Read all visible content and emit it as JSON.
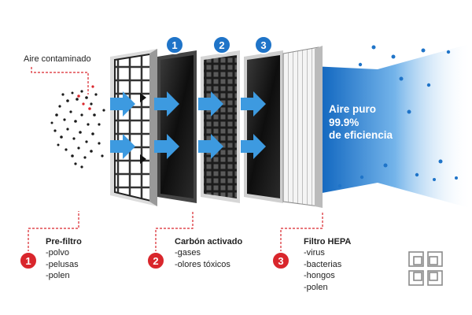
{
  "contaminated_label": "Aire contaminado",
  "clean_air": {
    "line1": "Aire puro",
    "line2": "99.9%",
    "line3": "de eficiencia"
  },
  "stage_numbers": [
    "1",
    "2",
    "3"
  ],
  "captions": [
    {
      "number": "1",
      "title": "Pre-filtro",
      "items": [
        "-polvo",
        "-pelusas",
        "-polen"
      ]
    },
    {
      "number": "2",
      "title": "Carbón activado",
      "items": [
        "-gases",
        "-olores tóxicos"
      ]
    },
    {
      "number": "3",
      "title": "Filtro HEPA",
      "items": [
        "-virus",
        "-bacterias",
        "-hongos",
        "-polen"
      ]
    }
  ],
  "colors": {
    "accent_red": "#d9262c",
    "arrow_blue": "#3d9ae0",
    "clean_air_blue": "#0f5fb0",
    "badge_blue": "#1f74c8"
  },
  "icons": [
    "brand-logo-icon"
  ]
}
